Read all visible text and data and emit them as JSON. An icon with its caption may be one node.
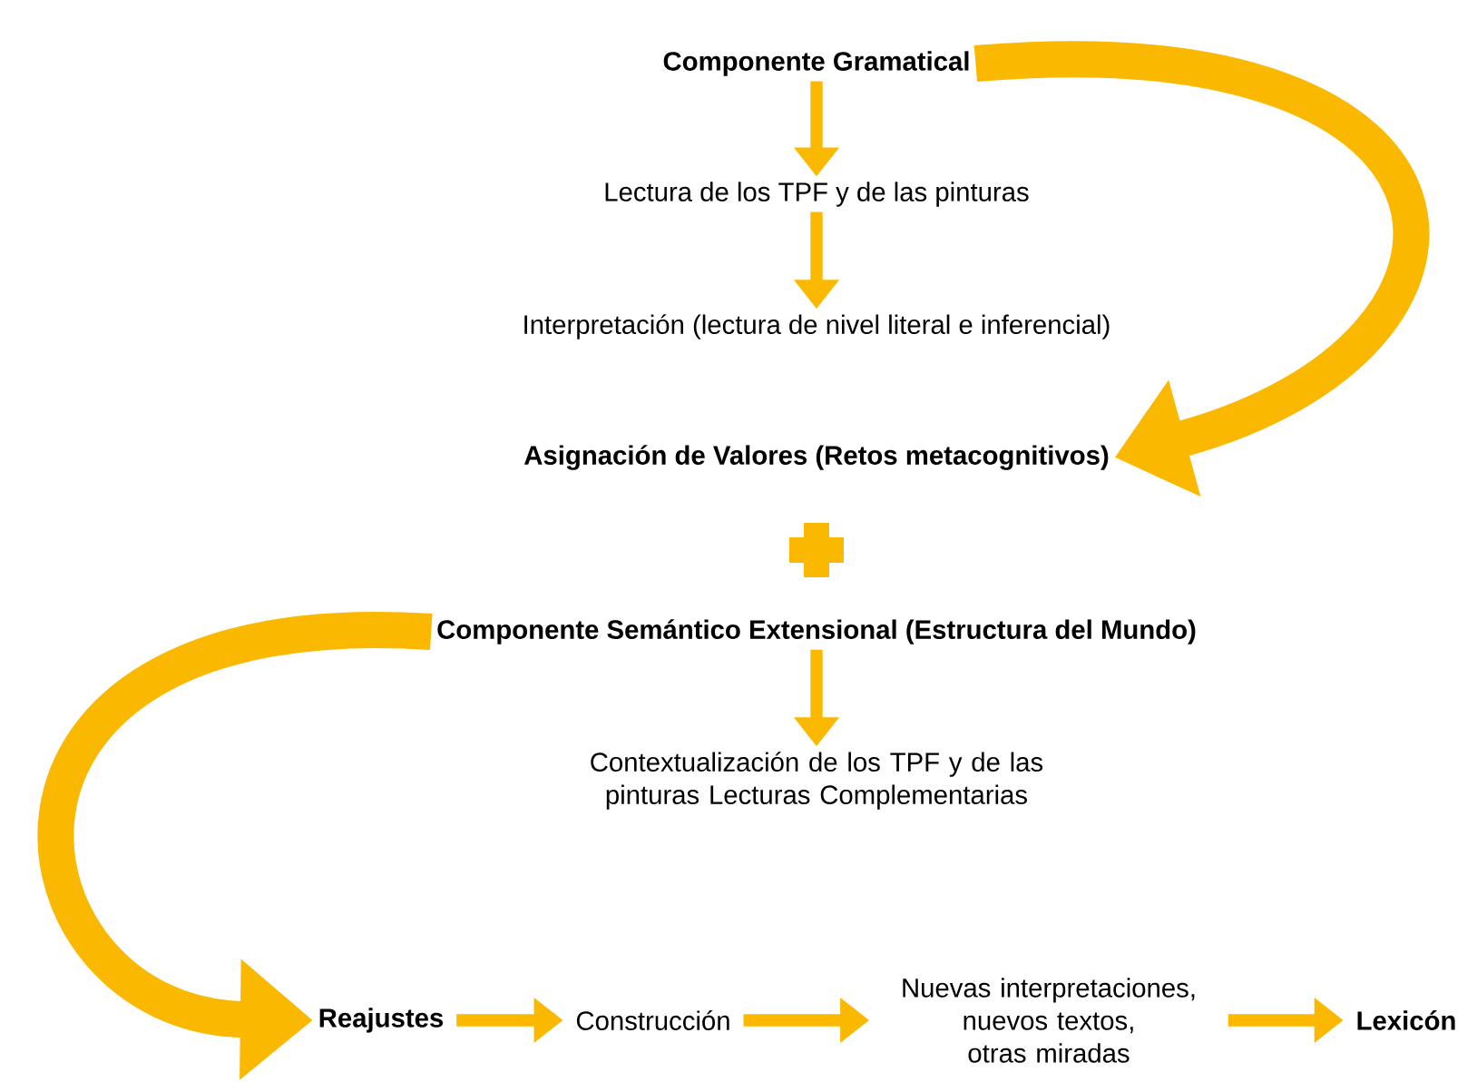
{
  "diagram": {
    "nodes": [
      {
        "text": [
          "Componente Gramatical"
        ]
      },
      {
        "text": [
          "Lectura de los TPF y de las pinturas"
        ]
      },
      {
        "text": [
          "Interpretación (lectura de nivel literal e inferencial)"
        ]
      },
      {
        "text": [
          "Asignación de Valores (Retos metacognitivos)"
        ]
      },
      {
        "text": [
          "Componente Semántico Extensional (Estructura del Mundo)"
        ]
      },
      {
        "text": [
          "Contextualización de los TPF y de las pinturas Lecturas Complementarias"
        ]
      },
      {
        "text": [
          "Reajustes"
        ]
      },
      {
        "text": [
          "Construcción"
        ]
      },
      {
        "text": [
          "Nuevas interpretaciones, nuevos textos, otras miradas"
        ]
      },
      {
        "text": [
          "Lexicón"
        ]
      }
    ],
    "edges": [
      {
        "from": 0,
        "to": 1,
        "arrow": "to"
      },
      {
        "from": 1,
        "to": 2,
        "arrow": "to"
      },
      {
        "from": 0,
        "to": 3,
        "arrow": "to",
        "style": "thick"
      },
      {
        "from": 4,
        "to": 5,
        "arrow": "to"
      },
      {
        "from": 4,
        "to": 6,
        "arrow": "to",
        "style": "thick"
      },
      {
        "from": 6,
        "to": 7,
        "arrow": "to"
      },
      {
        "from": 7,
        "to": 8,
        "arrow": "to"
      },
      {
        "from": 8,
        "to": 9,
        "arrow": "to"
      }
    ]
  }
}
